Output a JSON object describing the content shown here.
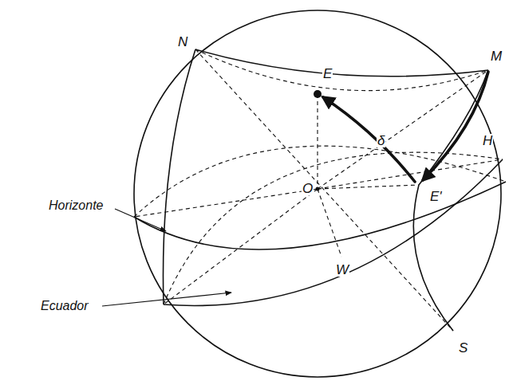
{
  "diagram": {
    "labels": [
      "N",
      "E",
      "M",
      "δ",
      "H",
      "O",
      "E'",
      "W",
      "S",
      "Horizonte",
      "Ecuador"
    ]
  }
}
